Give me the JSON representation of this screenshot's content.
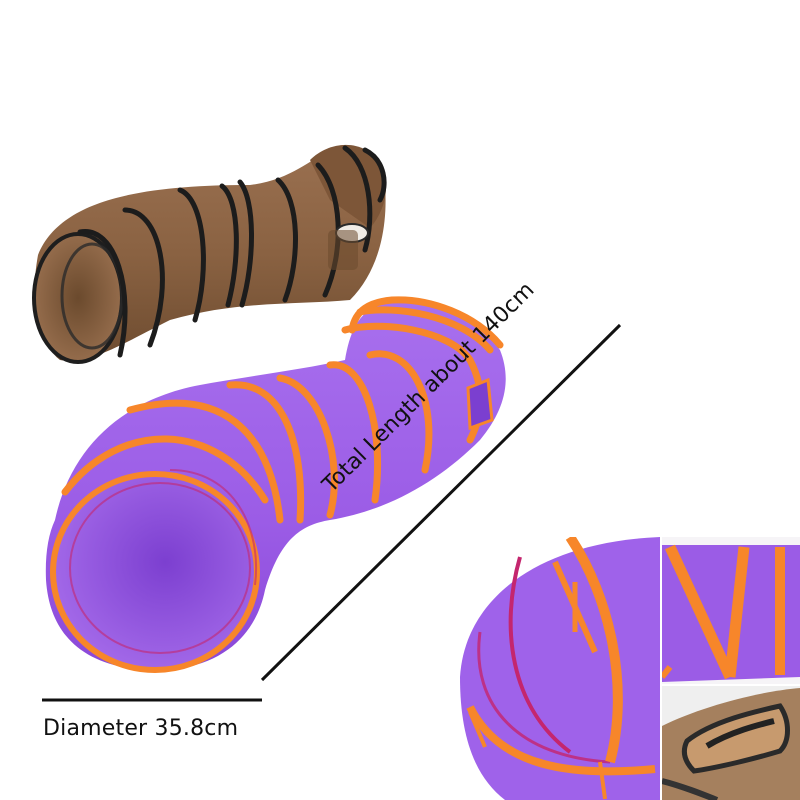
{
  "image": {
    "subject": "Collapsible S-shaped cat play tunnels",
    "products": [
      {
        "name": "brown-tunnel",
        "body_color": "#8a6242",
        "ring_color": "#1c1c1c"
      },
      {
        "name": "purple-tunnel",
        "body_color": "#9b5ce6",
        "ring_color": "#f7862a"
      }
    ]
  },
  "annotations": {
    "length_label": "Total Length about  140cm",
    "diameter_label": "Diameter 35.8cm"
  },
  "insets": [
    {
      "name": "purple-tunnel-opening-closeup"
    },
    {
      "name": "purple-tunnel-spring-closeup"
    },
    {
      "name": "brown-tunnel-peephole-closeup"
    }
  ],
  "colors": {
    "background": "#ffffff",
    "text": "#111111",
    "purple": "#9b5ce6",
    "purple_dark": "#7a3fc4",
    "orange": "#f7862a",
    "brown": "#8a6242",
    "brown_dark": "#5a3c24"
  }
}
